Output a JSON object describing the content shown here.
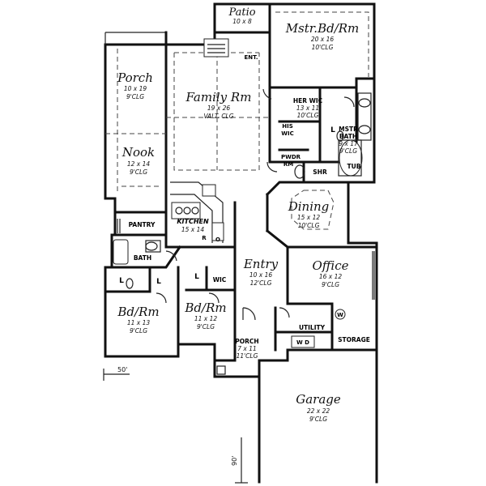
{
  "rooms": {
    "patio": {
      "name": "Patio",
      "dim": "10 x 8"
    },
    "master": {
      "name": "Mstr.Bd/Rm",
      "dim": "20 x 16",
      "clg": "10'CLG"
    },
    "porch": {
      "name": "Porch",
      "dim": "10 x 19",
      "clg": "9'CLG"
    },
    "family": {
      "name": "Family Rm",
      "dim": "19 x 26",
      "clg": "VALT. CLG"
    },
    "ent": {
      "name": "ENT."
    },
    "herwic": {
      "name": "HER WIC",
      "dim": "13 x 11",
      "clg": "10'CLG"
    },
    "hiswic": {
      "name": "HIS",
      "name2": "WIC"
    },
    "mbath": {
      "name": "MSTR",
      "name2": "BATH",
      "dim": "9 x 17",
      "clg": "9'CLG"
    },
    "pwdr": {
      "name": "PWDR",
      "name2": "RM"
    },
    "shr": {
      "name": "SHR"
    },
    "tub": {
      "name": "TUB"
    },
    "nook": {
      "name": "Nook",
      "dim": "12 x 14",
      "clg": "9'CLG"
    },
    "dining": {
      "name": "Dining",
      "dim": "15 x 12",
      "clg": "10'CLG"
    },
    "pantry": {
      "name": "PANTRY"
    },
    "kitchen": {
      "name": "KITCHEN",
      "dim": "15 x 14"
    },
    "bath": {
      "name": "BATH"
    },
    "entry": {
      "name": "Entry",
      "dim": "10 x 16",
      "clg": "12'CLG"
    },
    "office": {
      "name": "Office",
      "dim": "16 x 12",
      "clg": "9'CLG"
    },
    "bd1": {
      "name": "Bd/Rm",
      "dim": "11 x 13",
      "clg": "9'CLG"
    },
    "bd2": {
      "name": "Bd/Rm",
      "dim": "11 x 12",
      "clg": "9'CLG"
    },
    "wic": {
      "name": "WIC"
    },
    "porch2": {
      "name": "PORCH",
      "dim": "7 x 11",
      "clg": "11'CLG"
    },
    "utility": {
      "name": "UTILITY"
    },
    "storage": {
      "name": "STORAGE"
    },
    "garage": {
      "name": "Garage",
      "dim": "22 x 22",
      "clg": "9'CLG"
    }
  },
  "markers": {
    "l1": "L",
    "l2": "L",
    "l3": "L",
    "l4": "L",
    "r": "R",
    "o": "O",
    "w": "W",
    "wd": "W D"
  },
  "dimensions": {
    "width": "50'",
    "depth": "90'"
  }
}
